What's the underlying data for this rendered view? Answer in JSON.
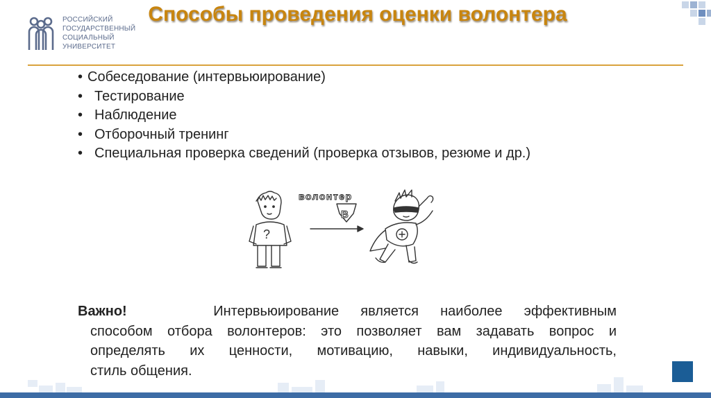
{
  "logo": {
    "lines": [
      "РОССИЙСКИЙ",
      "ГОСУДАРСТВЕННЫЙ",
      "СОЦИАЛЬНЫЙ",
      "УНИВЕРСИТЕТ"
    ],
    "icon": "people-group-icon",
    "color": "#5b6b8c"
  },
  "title": "Способы проведения оценки волонтера",
  "bullets": [
    "Собеседование (интервьюирование)",
    "Тестирование",
    "Наблюдение",
    "Отборочный тренинг",
    "Специальная проверка сведений  (проверка отзывов, резюме и др.)"
  ],
  "bullet_symbol": "•",
  "illustration": {
    "label": "волонтер",
    "badge_letter": "В",
    "question_mark": "?"
  },
  "note": {
    "important": "Важно!",
    "lines": [
      "Интервьюирование является наиболее эффективным",
      "способом отбора волонтеров: это позволяет вам задавать вопрос и",
      "определять их ценности, мотивацию, навыки, индивидуальность,",
      "стиль общения."
    ]
  },
  "colors": {
    "title": "#c8850f",
    "rule": "#d9a23c",
    "accent_blue": "#1b5d96",
    "band": "#3d6ca5"
  }
}
